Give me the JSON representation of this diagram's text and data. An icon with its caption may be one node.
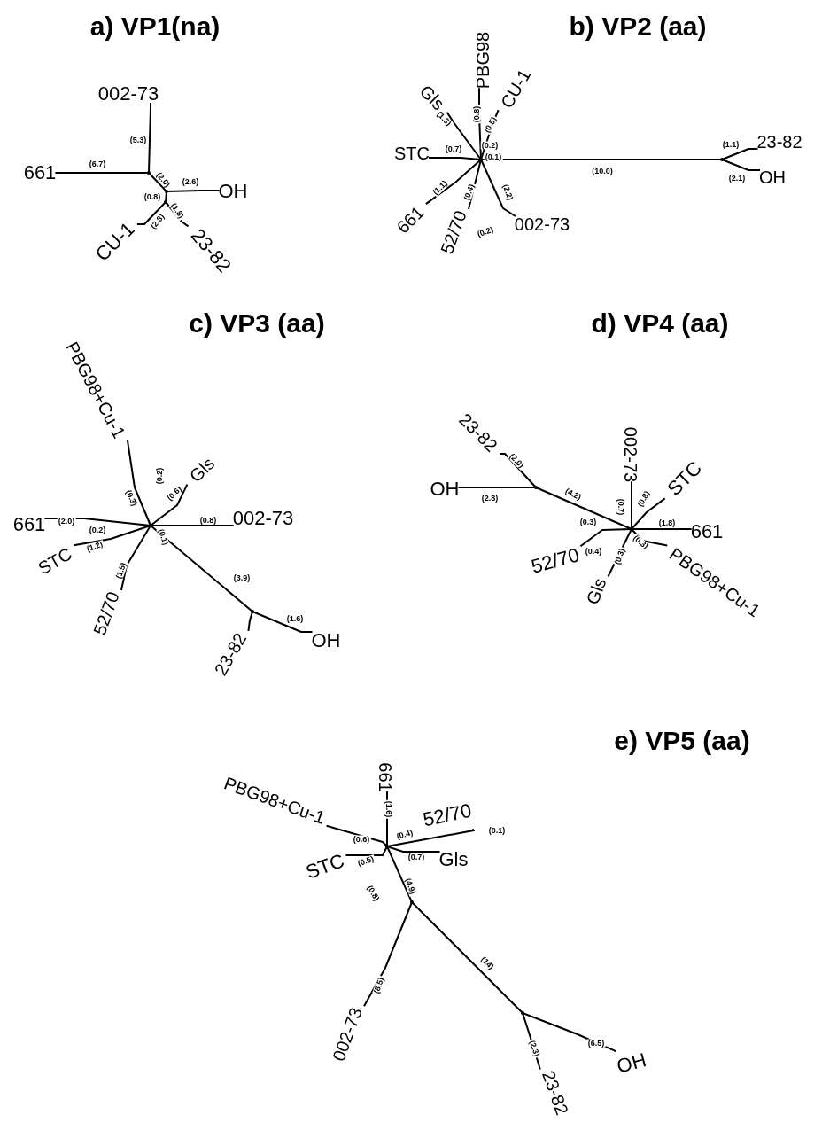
{
  "diagram": {
    "nodes": [
      {
        "text": [
          "002-73"
        ]
      },
      {
        "text": [
          "661"
        ]
      },
      {
        "text": [
          "OH"
        ]
      },
      {
        "text": [
          "CU-1"
        ]
      },
      {
        "text": [
          "23-82"
        ]
      },
      {
        "text": [],
        "shape": "dot"
      },
      {
        "text": [],
        "shape": "dot"
      },
      {
        "text": [],
        "shape": "dot"
      },
      {
        "text": [
          "PBG98"
        ]
      },
      {
        "text": [
          "CU-1"
        ]
      },
      {
        "text": [
          "Gls"
        ]
      },
      {
        "text": [
          "STC"
        ]
      },
      {
        "text": [
          "661"
        ]
      },
      {
        "text": [
          "52/70"
        ]
      },
      {
        "text": [
          "002-73"
        ]
      },
      {
        "text": [
          "23-82"
        ]
      },
      {
        "text": [
          "OH"
        ]
      },
      {
        "text": [],
        "shape": "dot"
      },
      {
        "text": [],
        "shape": "dot"
      },
      {
        "text": [
          "PBG98+Cu-1"
        ]
      },
      {
        "text": [
          "Gls"
        ]
      },
      {
        "text": [
          "661"
        ]
      },
      {
        "text": [
          "STC"
        ]
      },
      {
        "text": [
          "52/70"
        ]
      },
      {
        "text": [
          "002-73"
        ]
      },
      {
        "text": [
          "23-82"
        ]
      },
      {
        "text": [
          "OH"
        ]
      },
      {
        "text": [],
        "shape": "dot"
      },
      {
        "text": [],
        "shape": "dot"
      },
      {
        "text": [
          "23-82"
        ]
      },
      {
        "text": [
          "OH"
        ]
      },
      {
        "text": [
          "002-73"
        ]
      },
      {
        "text": [
          "STC"
        ]
      },
      {
        "text": [
          "661"
        ]
      },
      {
        "text": [
          "52/70"
        ]
      },
      {
        "text": [
          "Gls"
        ]
      },
      {
        "text": [
          "PBG98+Cu-1"
        ]
      },
      {
        "text": [],
        "shape": "dot"
      },
      {
        "text": [],
        "shape": "dot"
      },
      {
        "text": [
          "661"
        ]
      },
      {
        "text": [
          "PBG98+Cu-1"
        ]
      },
      {
        "text": [
          "52/70"
        ]
      },
      {
        "text": [
          "Gls"
        ]
      },
      {
        "text": [
          "STC"
        ]
      },
      {
        "text": [
          "002-73"
        ]
      },
      {
        "text": [
          "23-82"
        ]
      },
      {
        "text": [
          "OH"
        ]
      },
      {
        "text": [],
        "shape": "dot"
      },
      {
        "text": [],
        "shape": "dot"
      },
      {
        "text": [],
        "shape": "dot"
      }
    ],
    "edges": [
      {
        "from": 0,
        "to": 5,
        "arrow": "none",
        "label": "(5.3)"
      },
      {
        "from": 1,
        "to": 5,
        "arrow": "none",
        "label": "(6.7)"
      },
      {
        "from": 5,
        "to": 6,
        "arrow": "none",
        "label": "(2.0)"
      },
      {
        "from": 6,
        "to": 2,
        "arrow": "none",
        "label": "(2.6)"
      },
      {
        "from": 6,
        "to": 7,
        "arrow": "none",
        "label": "(0.8)"
      },
      {
        "from": 7,
        "to": 3,
        "arrow": "none",
        "label": "(2.8)"
      },
      {
        "from": 7,
        "to": 4,
        "arrow": "none",
        "label": "(1.8)"
      },
      {
        "from": 8,
        "to": 17,
        "arrow": "none",
        "label": "(0.8)"
      },
      {
        "from": 9,
        "to": 17,
        "arrow": "none",
        "label": "(0.5)"
      },
      {
        "from": 10,
        "to": 17,
        "arrow": "none",
        "label": "(1.3)"
      },
      {
        "from": 11,
        "to": 17,
        "arrow": "none",
        "label": "(0.7)"
      },
      {
        "from": 12,
        "to": 17,
        "arrow": "none",
        "label": "(1.1)"
      },
      {
        "from": 13,
        "to": 17,
        "arrow": "none",
        "label": "(0.4)"
      },
      {
        "from": 14,
        "to": 17,
        "arrow": "none",
        "label": "(2.2)"
      },
      {
        "from": 17,
        "to": 18,
        "arrow": "none",
        "label": "(10.0)"
      },
      {
        "from": 18,
        "to": 15,
        "arrow": "none",
        "label": "(1.1)"
      },
      {
        "from": 18,
        "to": 16,
        "arrow": "none",
        "label": "(2.1)"
      },
      {
        "from": 19,
        "to": 27,
        "arrow": "none",
        "label": "(0.3)"
      },
      {
        "from": 20,
        "to": 27,
        "arrow": "none",
        "label": "(0.6)"
      },
      {
        "from": 21,
        "to": 27,
        "arrow": "none",
        "label": "(2.0)"
      },
      {
        "from": 22,
        "to": 27,
        "arrow": "none",
        "label": "(1.2)"
      },
      {
        "from": 23,
        "to": 27,
        "arrow": "none",
        "label": "(1.5)"
      },
      {
        "from": 24,
        "to": 27,
        "arrow": "none",
        "label": "(0.8)"
      },
      {
        "from": 27,
        "to": 28,
        "arrow": "none",
        "label": "(3.9)"
      },
      {
        "from": 28,
        "to": 26,
        "arrow": "none",
        "label": "(1.6)"
      },
      {
        "from": 28,
        "to": 25,
        "arrow": "none"
      },
      {
        "from": 38,
        "to": 29,
        "arrow": "none",
        "label": "(2.0)"
      },
      {
        "from": 38,
        "to": 30,
        "arrow": "none",
        "label": "(2.8)"
      },
      {
        "from": 38,
        "to": 37,
        "arrow": "none",
        "label": "(4.2)"
      },
      {
        "from": 31,
        "to": 37,
        "arrow": "none",
        "label": "(0.7)"
      },
      {
        "from": 32,
        "to": 37,
        "arrow": "none",
        "label": "(0.8)"
      },
      {
        "from": 33,
        "to": 37,
        "arrow": "none",
        "label": "(1.8)"
      },
      {
        "from": 34,
        "to": 37,
        "arrow": "none",
        "label": "(0.4)"
      },
      {
        "from": 35,
        "to": 37,
        "arrow": "none",
        "label": "(0.3)"
      },
      {
        "from": 36,
        "to": 37,
        "arrow": "none",
        "label": "(0.3)"
      },
      {
        "from": 39,
        "to": 47,
        "arrow": "none",
        "label": "(1.6)"
      },
      {
        "from": 40,
        "to": 47,
        "arrow": "none",
        "label": "(0.6)"
      },
      {
        "from": 41,
        "to": 47,
        "arrow": "none",
        "label": "(0.4)"
      },
      {
        "from": 42,
        "to": 47,
        "arrow": "none",
        "label": "(0.7)"
      },
      {
        "from": 43,
        "to": 47,
        "arrow": "none",
        "label": "(0.5)"
      },
      {
        "from": 47,
        "to": 48,
        "arrow": "none",
        "label": "(4.9)"
      },
      {
        "from": 48,
        "to": 44,
        "arrow": "none",
        "label": "(8.5)"
      },
      {
        "from": 48,
        "to": 49,
        "arrow": "none",
        "label": "(14)"
      },
      {
        "from": 49,
        "to": 45,
        "arrow": "none",
        "label": "(2.3)"
      },
      {
        "from": 49,
        "to": 46,
        "arrow": "none",
        "label": "(6.5)"
      }
    ],
    "labels": [
      "a) VP1(na)",
      "b) VP2 (aa)",
      "(0.2)",
      "(0.1)",
      "(0.2)",
      "c) VP3 (aa)",
      "d) VP4 (aa)",
      "(0.2)",
      "(0.2)",
      "(0.1)",
      "(0.3)",
      "e) VP5 (aa)",
      "(0.1)",
      "(0.8)"
    ]
  }
}
